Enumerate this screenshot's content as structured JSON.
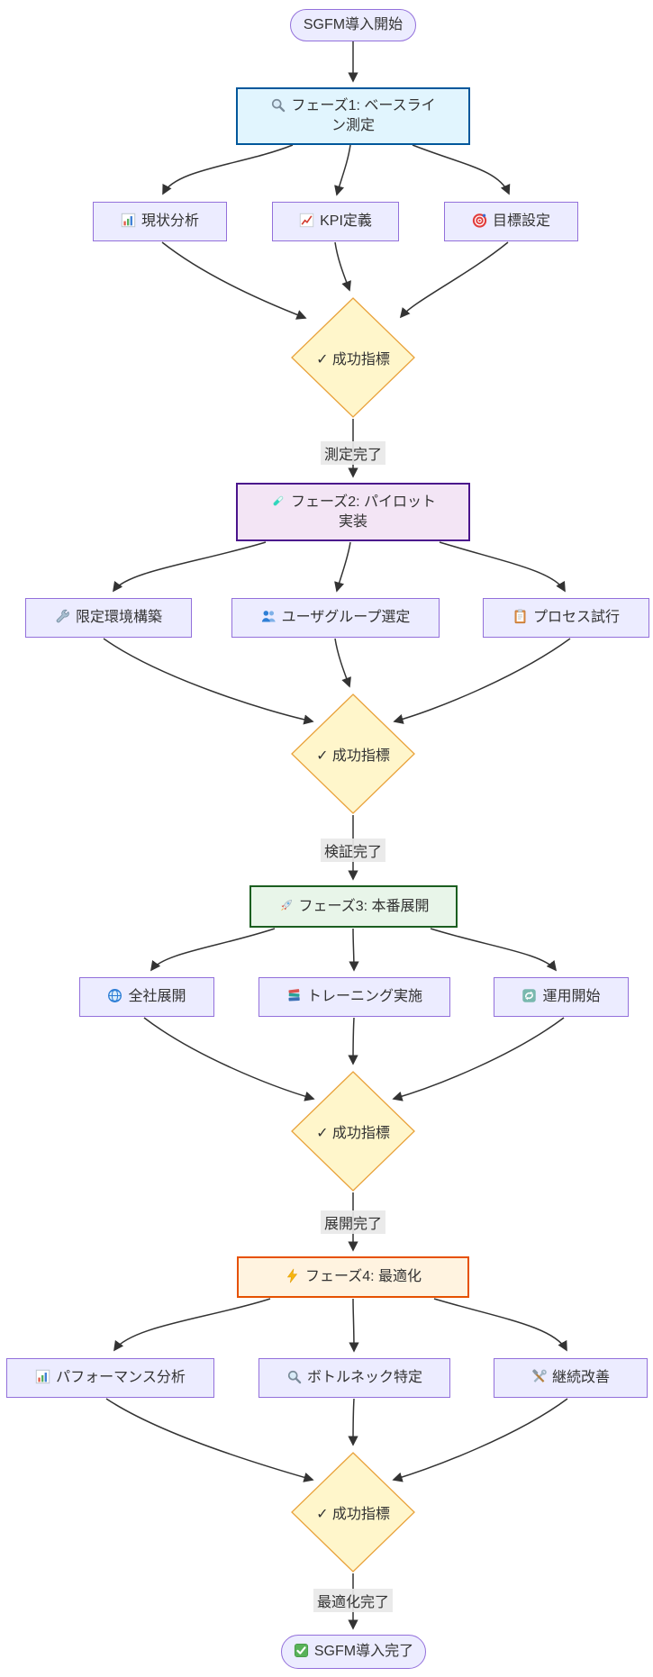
{
  "nodes": {
    "start": {
      "label": "SGFM導入開始"
    },
    "phase1": {
      "icon": "magnifier-icon",
      "label": "フェーズ1: ベースライン測定"
    },
    "current_state": {
      "icon": "bar-chart-icon",
      "label": "現状分析"
    },
    "kpi": {
      "icon": "line-chart-icon",
      "label": "KPI定義"
    },
    "goal": {
      "icon": "target-icon",
      "label": "目標設定"
    },
    "check1": {
      "label": "✓ 成功指標"
    },
    "phase2": {
      "icon": "test-tube-icon",
      "label": "フェーズ2: パイロット実装"
    },
    "limited_env": {
      "icon": "wrench-icon",
      "label": "限定環境構築"
    },
    "user_group": {
      "icon": "users-icon",
      "label": "ユーザグループ選定"
    },
    "process_trial": {
      "icon": "clipboard-icon",
      "label": "プロセス試行"
    },
    "check2": {
      "label": "✓ 成功指標"
    },
    "phase3": {
      "icon": "rocket-icon",
      "label": "フェーズ3: 本番展開"
    },
    "company_wide": {
      "icon": "globe-icon",
      "label": "全社展開"
    },
    "training": {
      "icon": "books-icon",
      "label": "トレーニング実施"
    },
    "operation": {
      "icon": "cycle-arrows-icon",
      "label": "運用開始"
    },
    "check3": {
      "label": "✓ 成功指標"
    },
    "phase4": {
      "icon": "lightning-icon",
      "label": "フェーズ4: 最適化"
    },
    "performance": {
      "icon": "bar-chart-icon",
      "label": "パフォーマンス分析"
    },
    "bottleneck": {
      "icon": "magnifier-icon",
      "label": "ボトルネック特定"
    },
    "improvement": {
      "icon": "tools-icon",
      "label": "継続改善"
    },
    "check4": {
      "label": "✓ 成功指標"
    },
    "end": {
      "icon": "check-box-icon",
      "label": "SGFM導入完了"
    }
  },
  "edge_labels": {
    "after_phase1": "測定完了",
    "after_phase2": "検証完了",
    "after_phase3": "展開完了",
    "after_phase4": "最適化完了"
  },
  "colors": {
    "default_node_fill": "#ECECFF",
    "default_node_border": "#9370DB",
    "phase1_fill": "#E1F5FE",
    "phase1_border": "#01579B",
    "phase2_fill": "#F3E5F5",
    "phase2_border": "#4A148C",
    "phase3_fill": "#E8F5E9",
    "phase3_border": "#1B5E20",
    "phase4_fill": "#FFF3E0",
    "phase4_border": "#E65100",
    "decision_fill": "#FFF6CB",
    "decision_border": "#E9A23B",
    "edge_color": "#333333",
    "edge_label_bg": "#E8E8E8"
  }
}
